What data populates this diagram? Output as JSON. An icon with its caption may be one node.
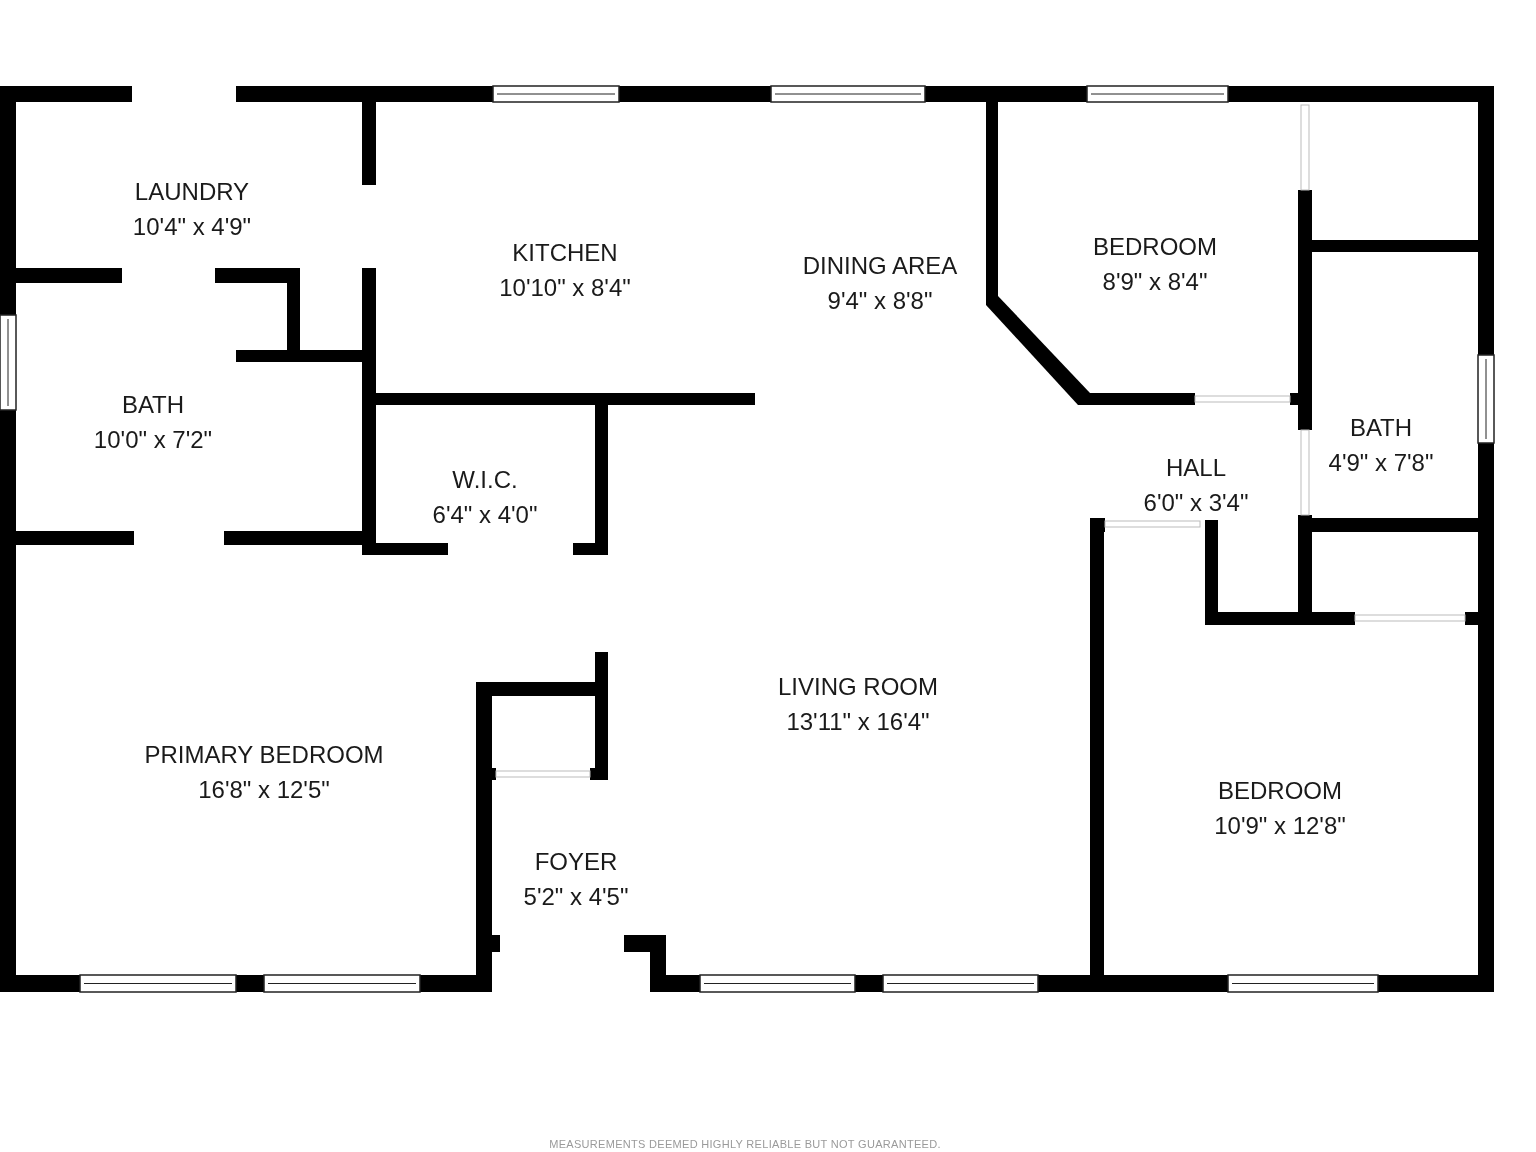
{
  "diagram": {
    "labels": [
      "LAUNDRY",
      "10'4\" x 4'9\"",
      "BEDROOM",
      "8'9\" x 8'4\"",
      "KITCHEN",
      "10'10\" x 8'4\"",
      "DINING AREA",
      "9'4\" x 8'8\"",
      "BATH",
      "10'0\" x 7'2\"",
      "BATH",
      "4'9\" x 7'8\"",
      "HALL",
      "6'0\" x 3'4\"",
      "W.I.C.",
      "6'4\" x 4'0\"",
      "LIVING ROOM",
      "13'11\" x 16'4\"",
      "PRIMARY BEDROOM",
      "16'8\" x 12'5\"",
      "BEDROOM",
      "10'9\" x 12'8\"",
      "FOYER",
      "5'2\" x 4'5\"",
      "MEASUREMENTS DEEMED HIGHLY RELIABLE BUT NOT GUARANTEED."
    ]
  }
}
